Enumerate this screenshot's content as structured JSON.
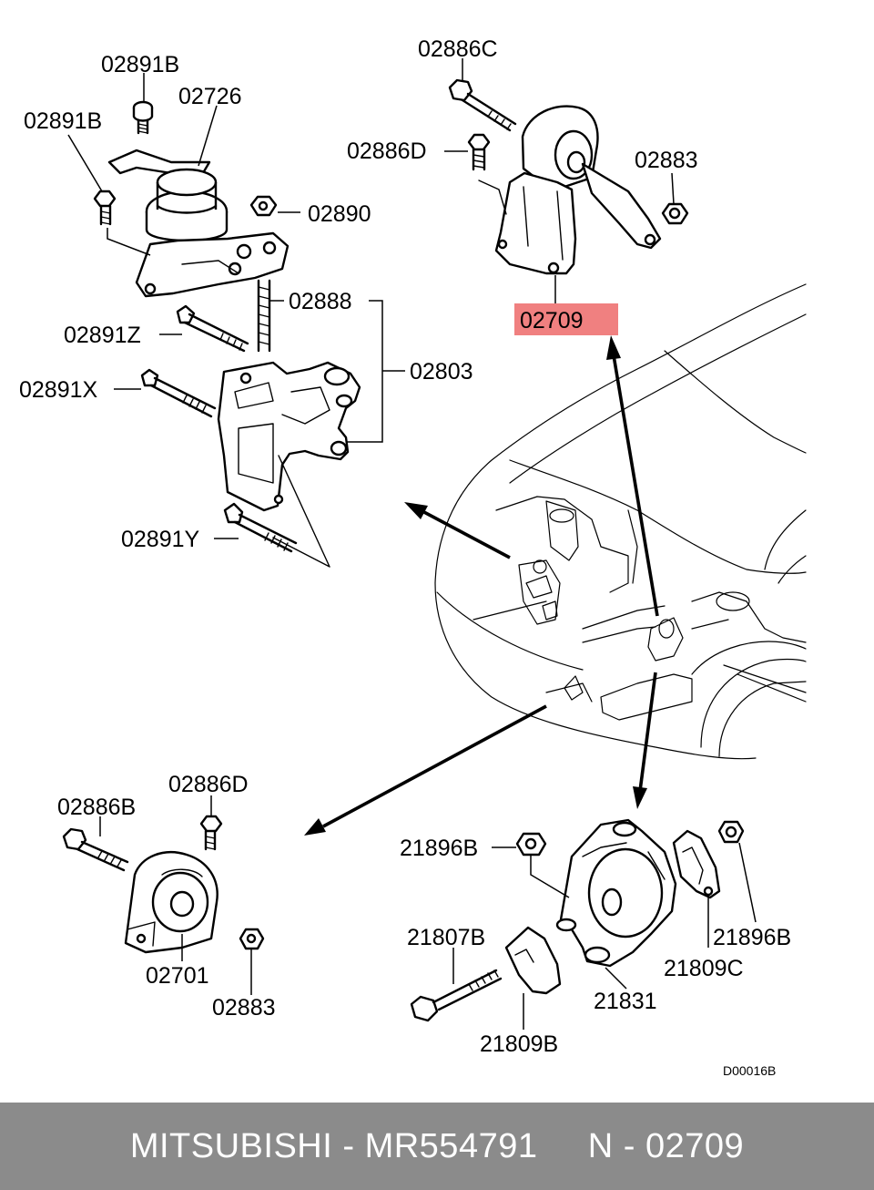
{
  "labels": {
    "l02891B_top": "02891B",
    "l02726": "02726",
    "l02891B_left": "02891B",
    "l02890": "02890",
    "l02888": "02888",
    "l02891Z": "02891Z",
    "l02803": "02803",
    "l02891X": "02891X",
    "l02891Y": "02891Y",
    "l02886C": "02886C",
    "l02886D_top": "02886D",
    "l02883_top": "02883",
    "l02709": "02709",
    "l02886B": "02886B",
    "l02886D_bottom": "02886D",
    "l02701": "02701",
    "l02883_bottom": "02883",
    "l21896B_left": "21896B",
    "l21807B": "21807B",
    "l21831": "21831",
    "l21809B": "21809B",
    "l21809C": "21809C",
    "l21896B_right": "21896B",
    "diagram_code": "D00016B"
  },
  "highlight_color": "#f08080",
  "footer": {
    "brand": "MITSUBISHI",
    "part_number": "MR554791",
    "ref": "N - 02709",
    "text": "MITSUBISHI - MR554791     N - 02709"
  }
}
